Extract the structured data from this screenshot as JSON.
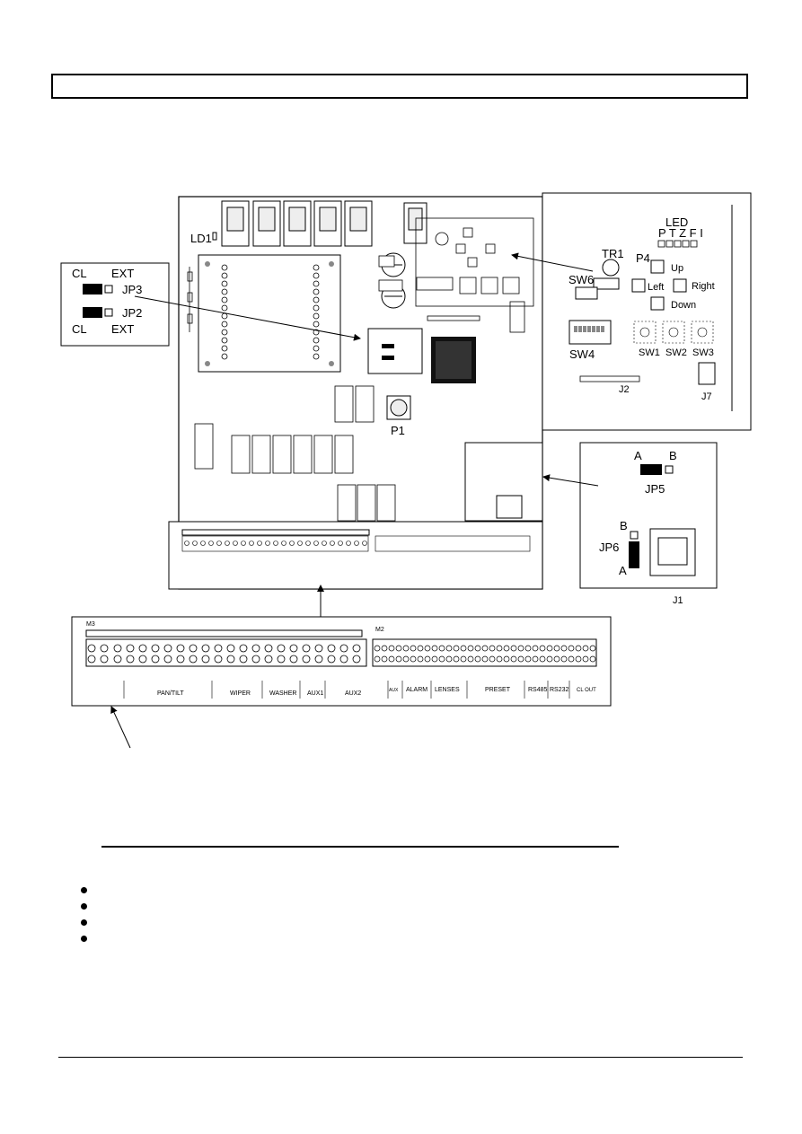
{
  "header": {
    "title": ""
  },
  "main_board": {
    "ld1_label": "LD1",
    "p1_label": "P1"
  },
  "jp_inset": {
    "cl_top": "CL",
    "ext_top": "EXT",
    "jp3": "JP3",
    "jp2": "JP2",
    "cl_bottom": "CL",
    "ext_bottom": "EXT"
  },
  "controls_inset": {
    "led_label": "LED",
    "led_letters": "P T Z F I",
    "tr1": "TR1",
    "p4": "P4",
    "up": "Up",
    "left": "Left",
    "right": "Right",
    "down": "Down",
    "sw6": "SW6",
    "sw4": "SW4",
    "sw1": "SW1",
    "sw2": "SW2",
    "sw3": "SW3",
    "j2": "J2",
    "j7": "J7"
  },
  "jp56_inset": {
    "a_top": "A",
    "b_top": "B",
    "jp5": "JP5",
    "b_left": "B",
    "jp6": "JP6",
    "a_left": "A",
    "j1": "J1"
  },
  "terminal_inset": {
    "m3": "M3",
    "m2": "M2",
    "m3_groups": [
      "PAN/TILT",
      "WIPER",
      "WASHER",
      "AUX1",
      "AUX2"
    ],
    "m2_groups": [
      "AUX",
      "ALARM",
      "LENSES",
      "PRESET",
      "RS485",
      "RS232",
      "CL OUT"
    ]
  },
  "section_heading": "",
  "bullets": [
    "",
    "",
    "",
    ""
  ]
}
